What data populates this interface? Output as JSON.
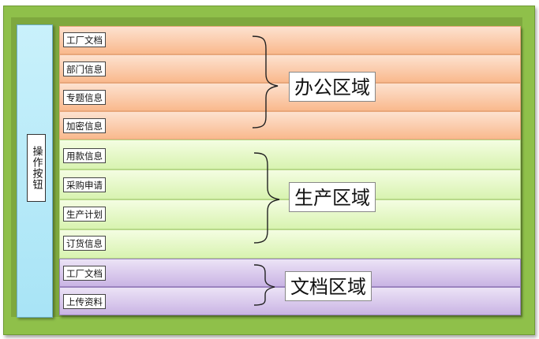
{
  "side_button": {
    "label": "操作按钮"
  },
  "zones": [
    {
      "label": "办公区域",
      "items": [
        "工厂文档",
        "部门信息",
        "专题信息",
        "加密信息"
      ]
    },
    {
      "label": "生产区域",
      "items": [
        "用款信息",
        "采购申请",
        "生产计划",
        "订货信息"
      ]
    },
    {
      "label": "文档区域",
      "items": [
        "工厂文档",
        "上传资料"
      ]
    }
  ],
  "colors": {
    "frame": "#8fc04a",
    "office": "#f9b98d",
    "production": "#d8f3b0",
    "documents": "#c9b4e4",
    "side_button": "#a8e4f6"
  }
}
